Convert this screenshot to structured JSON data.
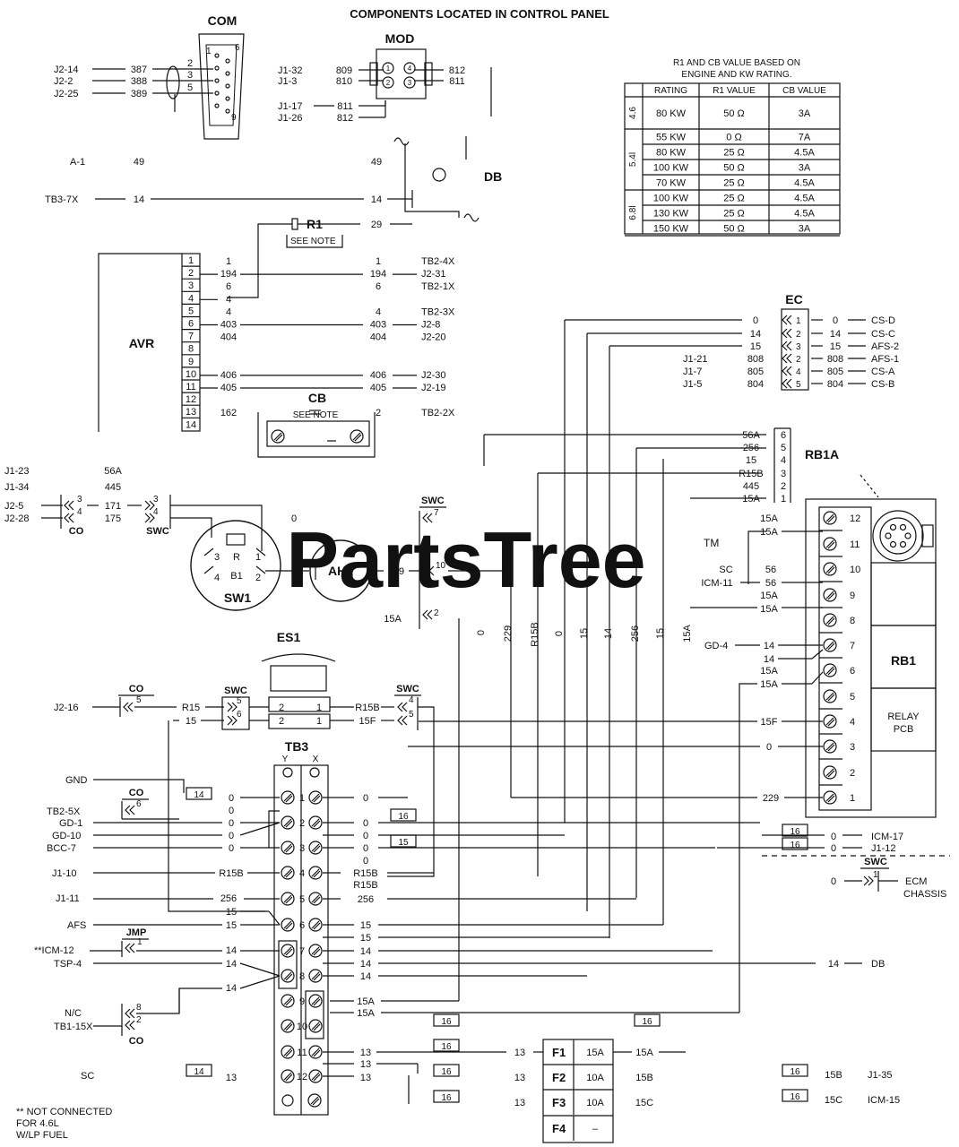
{
  "title": "COMPONENTS LOCATED IN CONTROL PANEL",
  "watermark": "PartsTree",
  "watermark_tm": "TM",
  "com": {
    "title": "COM",
    "rows": [
      {
        "pin": "2",
        "wire": "387",
        "from": "J2-14"
      },
      {
        "pin": "3",
        "wire": "388",
        "from": "J2-2"
      },
      {
        "pin": "5",
        "wire": "389",
        "from": "J2-25"
      }
    ]
  },
  "mod": {
    "title": "MOD",
    "left": [
      {
        "from": "J1-32",
        "wire": "809"
      },
      {
        "from": "J1-3",
        "wire": "810"
      }
    ],
    "right": [
      "812",
      "811"
    ],
    "bottom": [
      {
        "from": "J1-17",
        "wire": "811"
      },
      {
        "from": "J1-26",
        "wire": "812"
      }
    ]
  },
  "db": {
    "title": "DB",
    "wire_top": "49",
    "wire_left": "49",
    "from_top": "A-1",
    "from": "TB3-7X",
    "wire": "14",
    "wire2": "14"
  },
  "r1": {
    "title": "R1",
    "note": "SEE NOTE",
    "wire": "29"
  },
  "table": {
    "note1": "R1 AND CB VALUE BASED ON",
    "note2": "ENGINE AND KW RATING.",
    "headers": [
      "RATING",
      "R1 VALUE",
      "CB VALUE"
    ],
    "groups": [
      {
        "engine": "4.6",
        "rows": [
          [
            "80 KW",
            "50 Ω",
            "3A"
          ]
        ]
      },
      {
        "engine": "5.4l",
        "rows": [
          [
            "55 KW",
            "0 Ω",
            "7A"
          ],
          [
            "80 KW",
            "25 Ω",
            "4.5A"
          ],
          [
            "100 KW",
            "50 Ω",
            "3A"
          ],
          [
            "70 KW",
            "25 Ω",
            "4.5A"
          ]
        ]
      },
      {
        "engine": "6.8l",
        "rows": [
          [
            "100 KW",
            "25 Ω",
            "4.5A"
          ],
          [
            "130 KW",
            "25 Ω",
            "4.5A"
          ],
          [
            "150 KW",
            "50 Ω",
            "3A"
          ]
        ]
      }
    ]
  },
  "avr": {
    "title": "AVR",
    "pins": [
      "1",
      "2",
      "3",
      "4",
      "5",
      "6",
      "7",
      "8",
      "9",
      "10",
      "11",
      "12",
      "13",
      "14"
    ],
    "left": {
      "1": "1",
      "2": "194",
      "3": "6",
      "4": "4",
      "5": "4",
      "6": "403",
      "7": "404",
      "10": "406",
      "11": "405",
      "13": "162"
    },
    "right": [
      {
        "pin": "1",
        "wire": "1",
        "dest": "TB2-4X"
      },
      {
        "pin": "2",
        "wire": "194",
        "dest": "J2-31"
      },
      {
        "pin": "3",
        "wire": "6",
        "dest": "TB2-1X"
      },
      {
        "pin": "5",
        "wire": "4",
        "dest": "TB2-3X"
      },
      {
        "pin": "6",
        "wire": "403",
        "dest": "J2-8"
      },
      {
        "pin": "7",
        "wire": "404",
        "dest": "J2-20"
      },
      {
        "pin": "10",
        "wire": "406",
        "dest": "J2-30"
      },
      {
        "pin": "11",
        "wire": "405",
        "dest": "J2-19"
      },
      {
        "pin": "13",
        "wire": "2",
        "dest": "TB2-2X"
      }
    ]
  },
  "cb": {
    "title": "CB",
    "note": "SEE NOTE"
  },
  "ec": {
    "title": "EC",
    "rows": [
      {
        "pin": "1",
        "wl": "0",
        "wr": "0",
        "dest": "CS-D",
        "from": ""
      },
      {
        "pin": "2",
        "wl": "14",
        "wr": "14",
        "dest": "CS-C",
        "from": ""
      },
      {
        "pin": "3",
        "wl": "15",
        "wr": "15",
        "dest": "AFS-2",
        "from": ""
      },
      {
        "pin": "2",
        "wl": "808",
        "wr": "808",
        "dest": "AFS-1",
        "from": "J1-21"
      },
      {
        "pin": "4",
        "wl": "805",
        "wr": "805",
        "dest": "CS-A",
        "from": "J1-7"
      },
      {
        "pin": "5",
        "wl": "804",
        "wr": "804",
        "dest": "CS-B",
        "from": "J1-5"
      }
    ]
  },
  "rb1a": {
    "title": "RB1A",
    "rows": [
      [
        "56A",
        "6"
      ],
      [
        "256",
        "5"
      ],
      [
        "15",
        "4"
      ],
      [
        "R15B",
        "3"
      ],
      [
        "445",
        "2"
      ],
      [
        "15A",
        "1"
      ]
    ]
  },
  "rb1": {
    "title": "RB1",
    "label1": "RELAY",
    "label2": "PCB",
    "terms": [
      "12",
      "11",
      "10",
      "9",
      "8",
      "7",
      "6",
      "5",
      "4",
      "3",
      "2",
      "1"
    ],
    "wires": [
      {
        "t": "12",
        "l": [
          "15A",
          "15A"
        ]
      },
      {
        "t": "10",
        "l": [
          "56",
          "56"
        ],
        "src": [
          "SC",
          "ICM-11"
        ]
      },
      {
        "t": "9",
        "l": [
          "15A",
          "15A"
        ]
      },
      {
        "t": "7",
        "l": [
          "14",
          "14"
        ],
        "src": [
          "GD-4",
          ""
        ]
      },
      {
        "t": "6",
        "l": [
          "15A",
          "15A"
        ]
      },
      {
        "t": "4",
        "l": [
          "15F",
          ""
        ]
      },
      {
        "t": "3",
        "l": [
          "0",
          ""
        ]
      },
      {
        "t": "1",
        "l": [
          "229",
          ""
        ]
      }
    ]
  },
  "left_conn": {
    "rows": [
      {
        "from": "J1-23",
        "wire": "56A"
      },
      {
        "from": "J1-34",
        "wire": "445"
      },
      {
        "from": "J2-5",
        "wire": "171"
      },
      {
        "from": "J2-28",
        "wire": "175"
      }
    ],
    "co": "CO",
    "swc": "SWC",
    "co_pins": [
      "3",
      "4"
    ],
    "swc_pins": [
      "3",
      "4"
    ]
  },
  "sw1": {
    "title": "SW1",
    "labels": [
      "3",
      "R",
      "1",
      "4",
      "B1",
      "2"
    ],
    "wire": "0"
  },
  "ah1": {
    "title": "AH1",
    "wire": "229",
    "swc": "SWC",
    "swc_pins": [
      "7",
      "10",
      "2"
    ],
    "wire2": "15A"
  },
  "es1": {
    "title": "ES1"
  },
  "vert_labels": [
    "0",
    "229",
    "R15B",
    "0",
    "15",
    "14",
    "256",
    "15",
    "15A"
  ],
  "mid": {
    "co": "CO",
    "co_pin": "5",
    "from": "J2-16",
    "w1": "R15",
    "w2": "15",
    "swc_l": "SWC",
    "swc_l_pins": [
      "5",
      "6"
    ],
    "es_pins": [
      "2",
      "2",
      "1",
      "1"
    ],
    "swc_r": "SWC",
    "swc_r_pins": [
      "4",
      "5"
    ],
    "wr1": "R15B",
    "wr2": "15F",
    "wr3": "15F",
    "wr4": "0"
  },
  "tb3": {
    "title": "TB3",
    "y": "Y",
    "x": "X",
    "rows": [
      "1",
      "2",
      "3",
      "4",
      "5",
      "6",
      "7",
      "8",
      "9",
      "10",
      "11",
      "12"
    ],
    "left": [
      {
        "from": "GND",
        "wire": "",
        "row": 0
      },
      {
        "from": "TB2-5X",
        "wire": "0",
        "row": 0
      },
      {
        "from": "GD-1",
        "wire": "0",
        "row": 1
      },
      {
        "from": "GD-10",
        "wire": "0",
        "row": 1
      },
      {
        "from": "BCC-7",
        "wire": "0",
        "row": 2
      },
      {
        "from": "J1-10",
        "wire": "R15B",
        "row": 3
      },
      {
        "from": "J1-11",
        "wire": "256",
        "row": 4
      },
      {
        "from": "",
        "wire": "15",
        "row": 5
      },
      {
        "from": "AFS",
        "wire": "15",
        "row": 5
      },
      {
        "from": "**ICM-12",
        "wire": "14",
        "row": 6
      },
      {
        "from": "TSP-4",
        "wire": "14",
        "row": 7
      },
      {
        "from": "",
        "wire": "14",
        "row": 7
      }
    ],
    "right": [
      "0",
      "0",
      "0",
      "0",
      "0",
      "R15B",
      "R15B",
      "256",
      "15",
      "15",
      "14",
      "14",
      "14",
      "15A",
      "15A",
      "15",
      "15",
      "15"
    ],
    "jmp": "JMP",
    "jmp_pin": "1",
    "co2": "CO",
    "co2_pin": "6",
    "co3": "CO",
    "co3_pins": [
      "8",
      "2"
    ],
    "nc_from": "N/C",
    "nc_from2": "TB1-15X",
    "box_labels": [
      "14",
      "16",
      "15",
      "16",
      "16",
      "16",
      "16",
      "14",
      "16",
      "16",
      "16",
      "16",
      "16"
    ],
    "bottom_left": "SC",
    "bottom_wire": "13",
    "bottom_wire2": "13"
  },
  "right_misc": [
    {
      "wire": "0",
      "dest": "ICM-17",
      "box": "16"
    },
    {
      "wire": "0",
      "dest": "J1-12",
      "box": "16"
    },
    {
      "wire": "0",
      "dest": "ECM",
      "dest2": "CHASSIS",
      "swc": "SWC",
      "swc_pin": "1"
    },
    {
      "wire": "14",
      "dest": "DB"
    }
  ],
  "fuses": [
    {
      "name": "F1",
      "rating": "15A",
      "wire_in": "13",
      "wire_out": "15A"
    },
    {
      "name": "F2",
      "rating": "10A",
      "wire_in": "13",
      "wire_out": "15B"
    },
    {
      "name": "F3",
      "rating": "10A",
      "wire_in": "13",
      "wire_out": "15C"
    },
    {
      "name": "F4",
      "rating": "–",
      "wire_in": "",
      "wire_out": ""
    }
  ],
  "fuse_dest": [
    {
      "box": "16",
      "wire": "15B",
      "dest": "J1-35"
    },
    {
      "box": "16",
      "wire": "15C",
      "dest": "ICM-15"
    }
  ],
  "footnote": [
    "** NOT CONNECTED",
    "FOR 4.6L",
    "W/LP FUEL"
  ]
}
